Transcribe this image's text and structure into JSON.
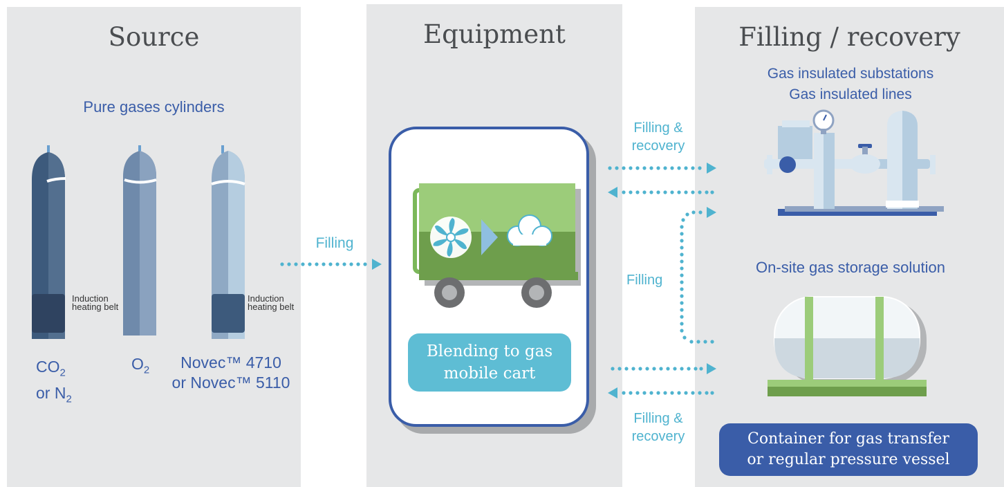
{
  "source": {
    "title": "Source",
    "subtitle": "Pure gases cylinders",
    "heating_label": "Induction heating belt",
    "cyl1_label_a": "CO",
    "cyl1_sub_a": "2",
    "cyl1_label_b": "or N",
    "cyl1_sub_b": "2",
    "cyl2_label": "O",
    "cyl2_sub": "2",
    "cyl3_label_a": "Novec™ 4710",
    "cyl3_label_b": "or Novec™ 5110"
  },
  "equipment": {
    "title": "Equipment",
    "cart_label_a": "Blending to gas",
    "cart_label_b": "mobile cart"
  },
  "filling": {
    "title": "Filling / recovery",
    "gis_label_a": "Gas insulated substations",
    "gis_label_b": "Gas insulated lines",
    "storage_label": "On-site gas storage solution",
    "container_label_a": "Container for gas transfer",
    "container_label_b": "or regular pressure vessel"
  },
  "flows": {
    "source_to_cart": "Filling",
    "top_label_a": "Filling &",
    "top_label_b": "recovery",
    "middle_label": "Filling",
    "bottom_label_a": "Filling &",
    "bottom_label_b": "recovery"
  },
  "colors": {
    "panel": "#e6e7e8",
    "title": "#4a4d50",
    "blue": "#3a5da8",
    "teal": "#4fb3cf",
    "green": "#7cb85a"
  }
}
